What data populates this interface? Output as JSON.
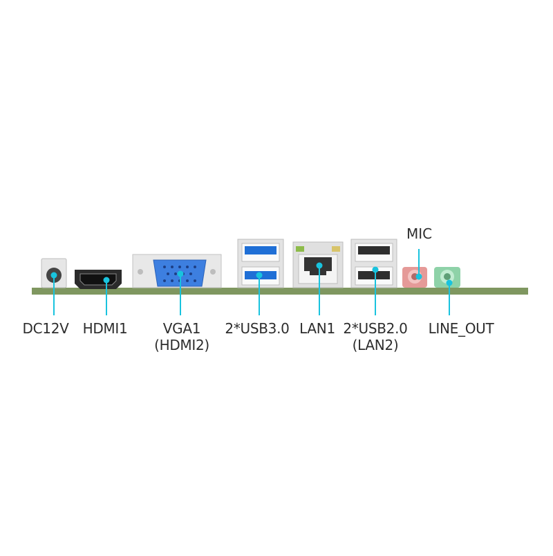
{
  "diagram": {
    "connectors": [
      {
        "id": "dc",
        "label_lines": [
          "DC12V"
        ]
      },
      {
        "id": "hdmi",
        "label_lines": [
          "HDMI1"
        ]
      },
      {
        "id": "vga",
        "label_lines": [
          "VGA1",
          "(HDMI2)"
        ]
      },
      {
        "id": "usb3",
        "label_lines": [
          "2*USB3.0"
        ]
      },
      {
        "id": "lan",
        "label_lines": [
          "LAN1"
        ]
      },
      {
        "id": "usb2",
        "label_lines": [
          "2*USB2.0",
          "(LAN2)"
        ]
      },
      {
        "id": "line_out",
        "label_lines": [
          "LINE_OUT"
        ]
      }
    ],
    "mic_label": "MIC",
    "colors": {
      "board": "#7f9760",
      "callout": "#19c3de",
      "usb3_blue": "#1f6fd6",
      "vga_blue": "#3d7fe0",
      "mic_pink": "#e59a98",
      "lineout_green": "#8ed2a8",
      "metal": "#d9d9d9"
    }
  }
}
